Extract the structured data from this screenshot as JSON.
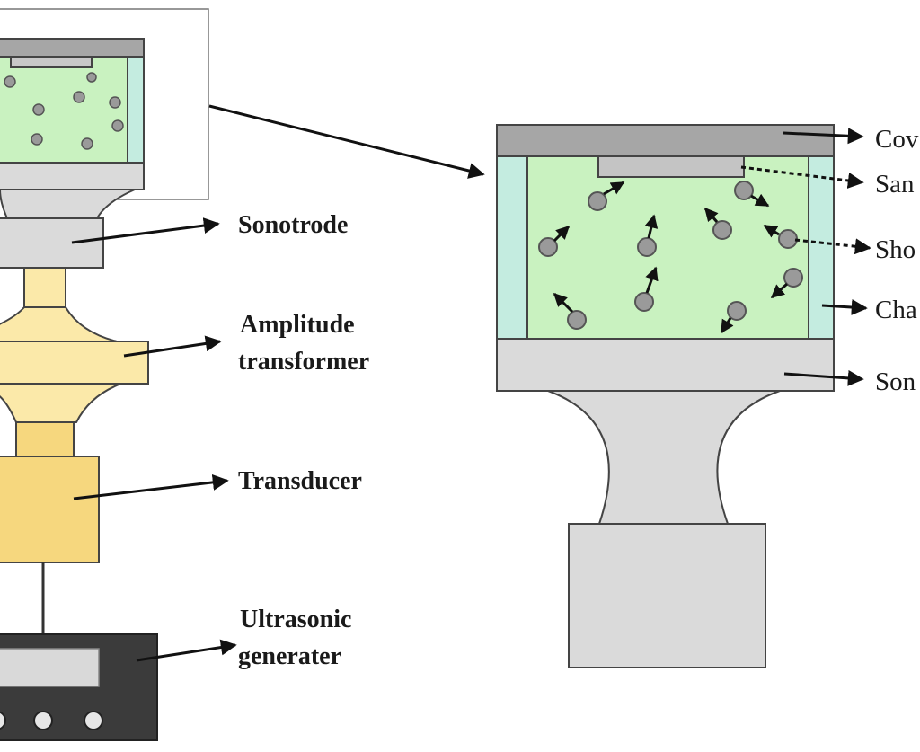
{
  "labels": {
    "sonotrode": "Sonotrode",
    "amplitude_1": "Amplitude",
    "amplitude_2": "transformer",
    "transducer": "Transducer",
    "generator_1": "Ultrasonic",
    "generator_2": "generater"
  },
  "detail_labels": {
    "cover": "Cov",
    "sample": "San",
    "shot": "Sho",
    "chamber": "Cha",
    "sonotrode": "Son"
  },
  "colors": {
    "liquid": "#c9f2c0",
    "wall": "#c4ece0",
    "cover": "#a6a6a6",
    "metal": "#dadada",
    "gold_light": "#fbe9a9",
    "gold": "#f6d77e",
    "generator": "#3b3b3b",
    "shot": "#9a9a9a"
  }
}
